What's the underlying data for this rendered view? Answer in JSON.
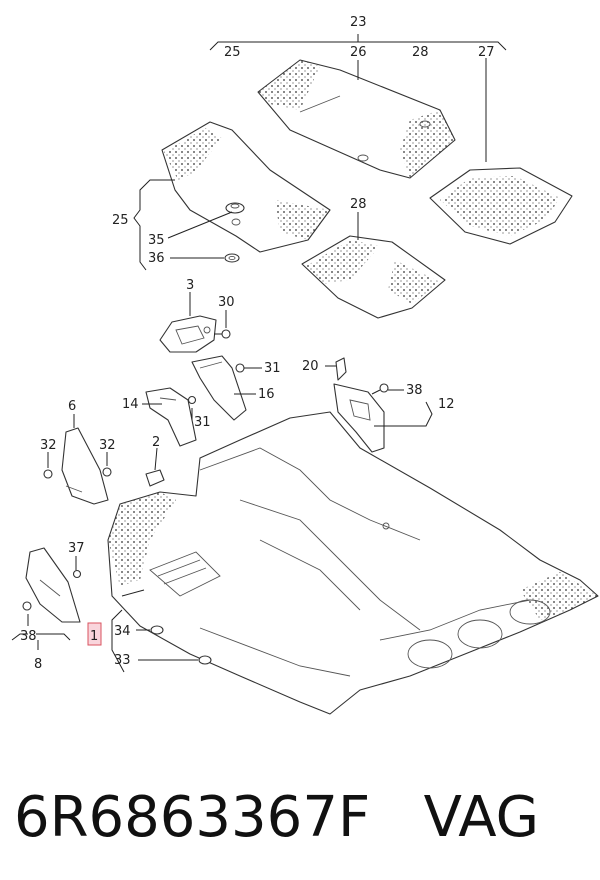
{
  "callouts": {
    "c23": "23",
    "c25a": "25",
    "c26": "26",
    "c28a": "28",
    "c27": "27",
    "c25b": "25",
    "c35": "35",
    "c36": "36",
    "c28b": "28",
    "c3": "3",
    "c30": "30",
    "c31a": "31",
    "c16": "16",
    "c14": "14",
    "c31b": "31",
    "c20": "20",
    "c38a": "38",
    "c12": "12",
    "c6": "6",
    "c32a": "32",
    "c32b": "32",
    "c2": "2",
    "c37": "37",
    "c38b": "38",
    "c8": "8",
    "c1": "1",
    "c34": "34",
    "c33": "33"
  },
  "caption": {
    "part_number": "6R6863367F",
    "brand": "VAG"
  },
  "colors": {
    "highlight_fill": "#f9d5dc",
    "highlight_border": "#d9535f",
    "line": "#222222"
  }
}
